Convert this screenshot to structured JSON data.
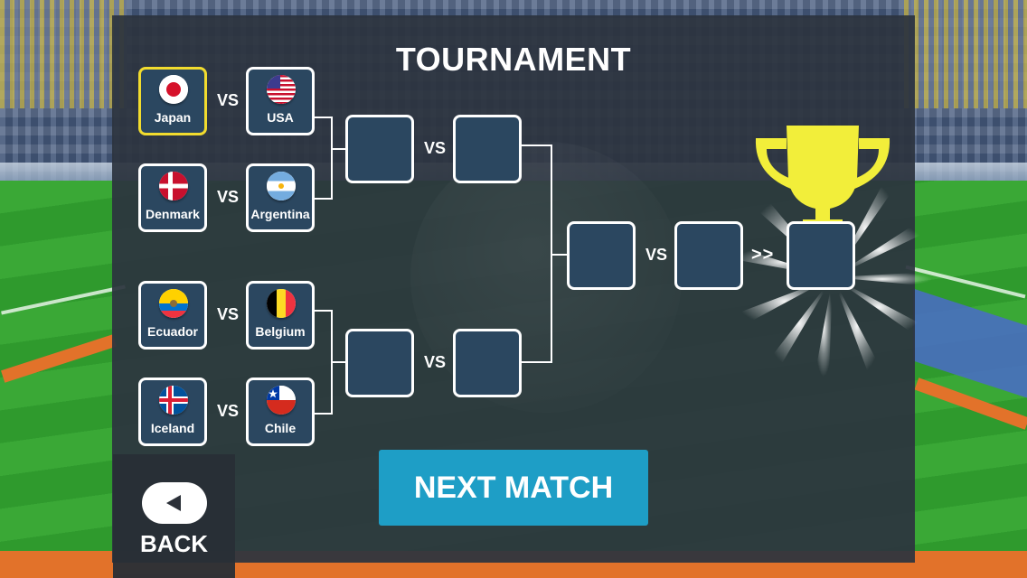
{
  "screen": {
    "title": "TOURNAMENT"
  },
  "bracket": {
    "teams": [
      {
        "name": "Japan",
        "flag": "japan-flag-icon",
        "selected": true
      },
      {
        "name": "USA",
        "flag": "usa-flag-icon",
        "selected": false
      },
      {
        "name": "Denmark",
        "flag": "denmark-flag-icon",
        "selected": false
      },
      {
        "name": "Argentina",
        "flag": "argentina-flag-icon",
        "selected": false
      },
      {
        "name": "Ecuador",
        "flag": "ecuador-flag-icon",
        "selected": false
      },
      {
        "name": "Belgium",
        "flag": "belgium-flag-icon",
        "selected": false
      },
      {
        "name": "Iceland",
        "flag": "iceland-flag-icon",
        "selected": false
      },
      {
        "name": "Chile",
        "flag": "chile-flag-icon",
        "selected": false
      }
    ],
    "vs_label": "VS",
    "winner_arrow": ">>"
  },
  "buttons": {
    "next_match": "NEXT MATCH",
    "back": "BACK"
  },
  "colors": {
    "panel": "#2c343e",
    "slot": "#2b4760",
    "selected_border": "#f2dc2e",
    "next_button": "#1e9ec6",
    "trophy": "#f2ee3a"
  }
}
